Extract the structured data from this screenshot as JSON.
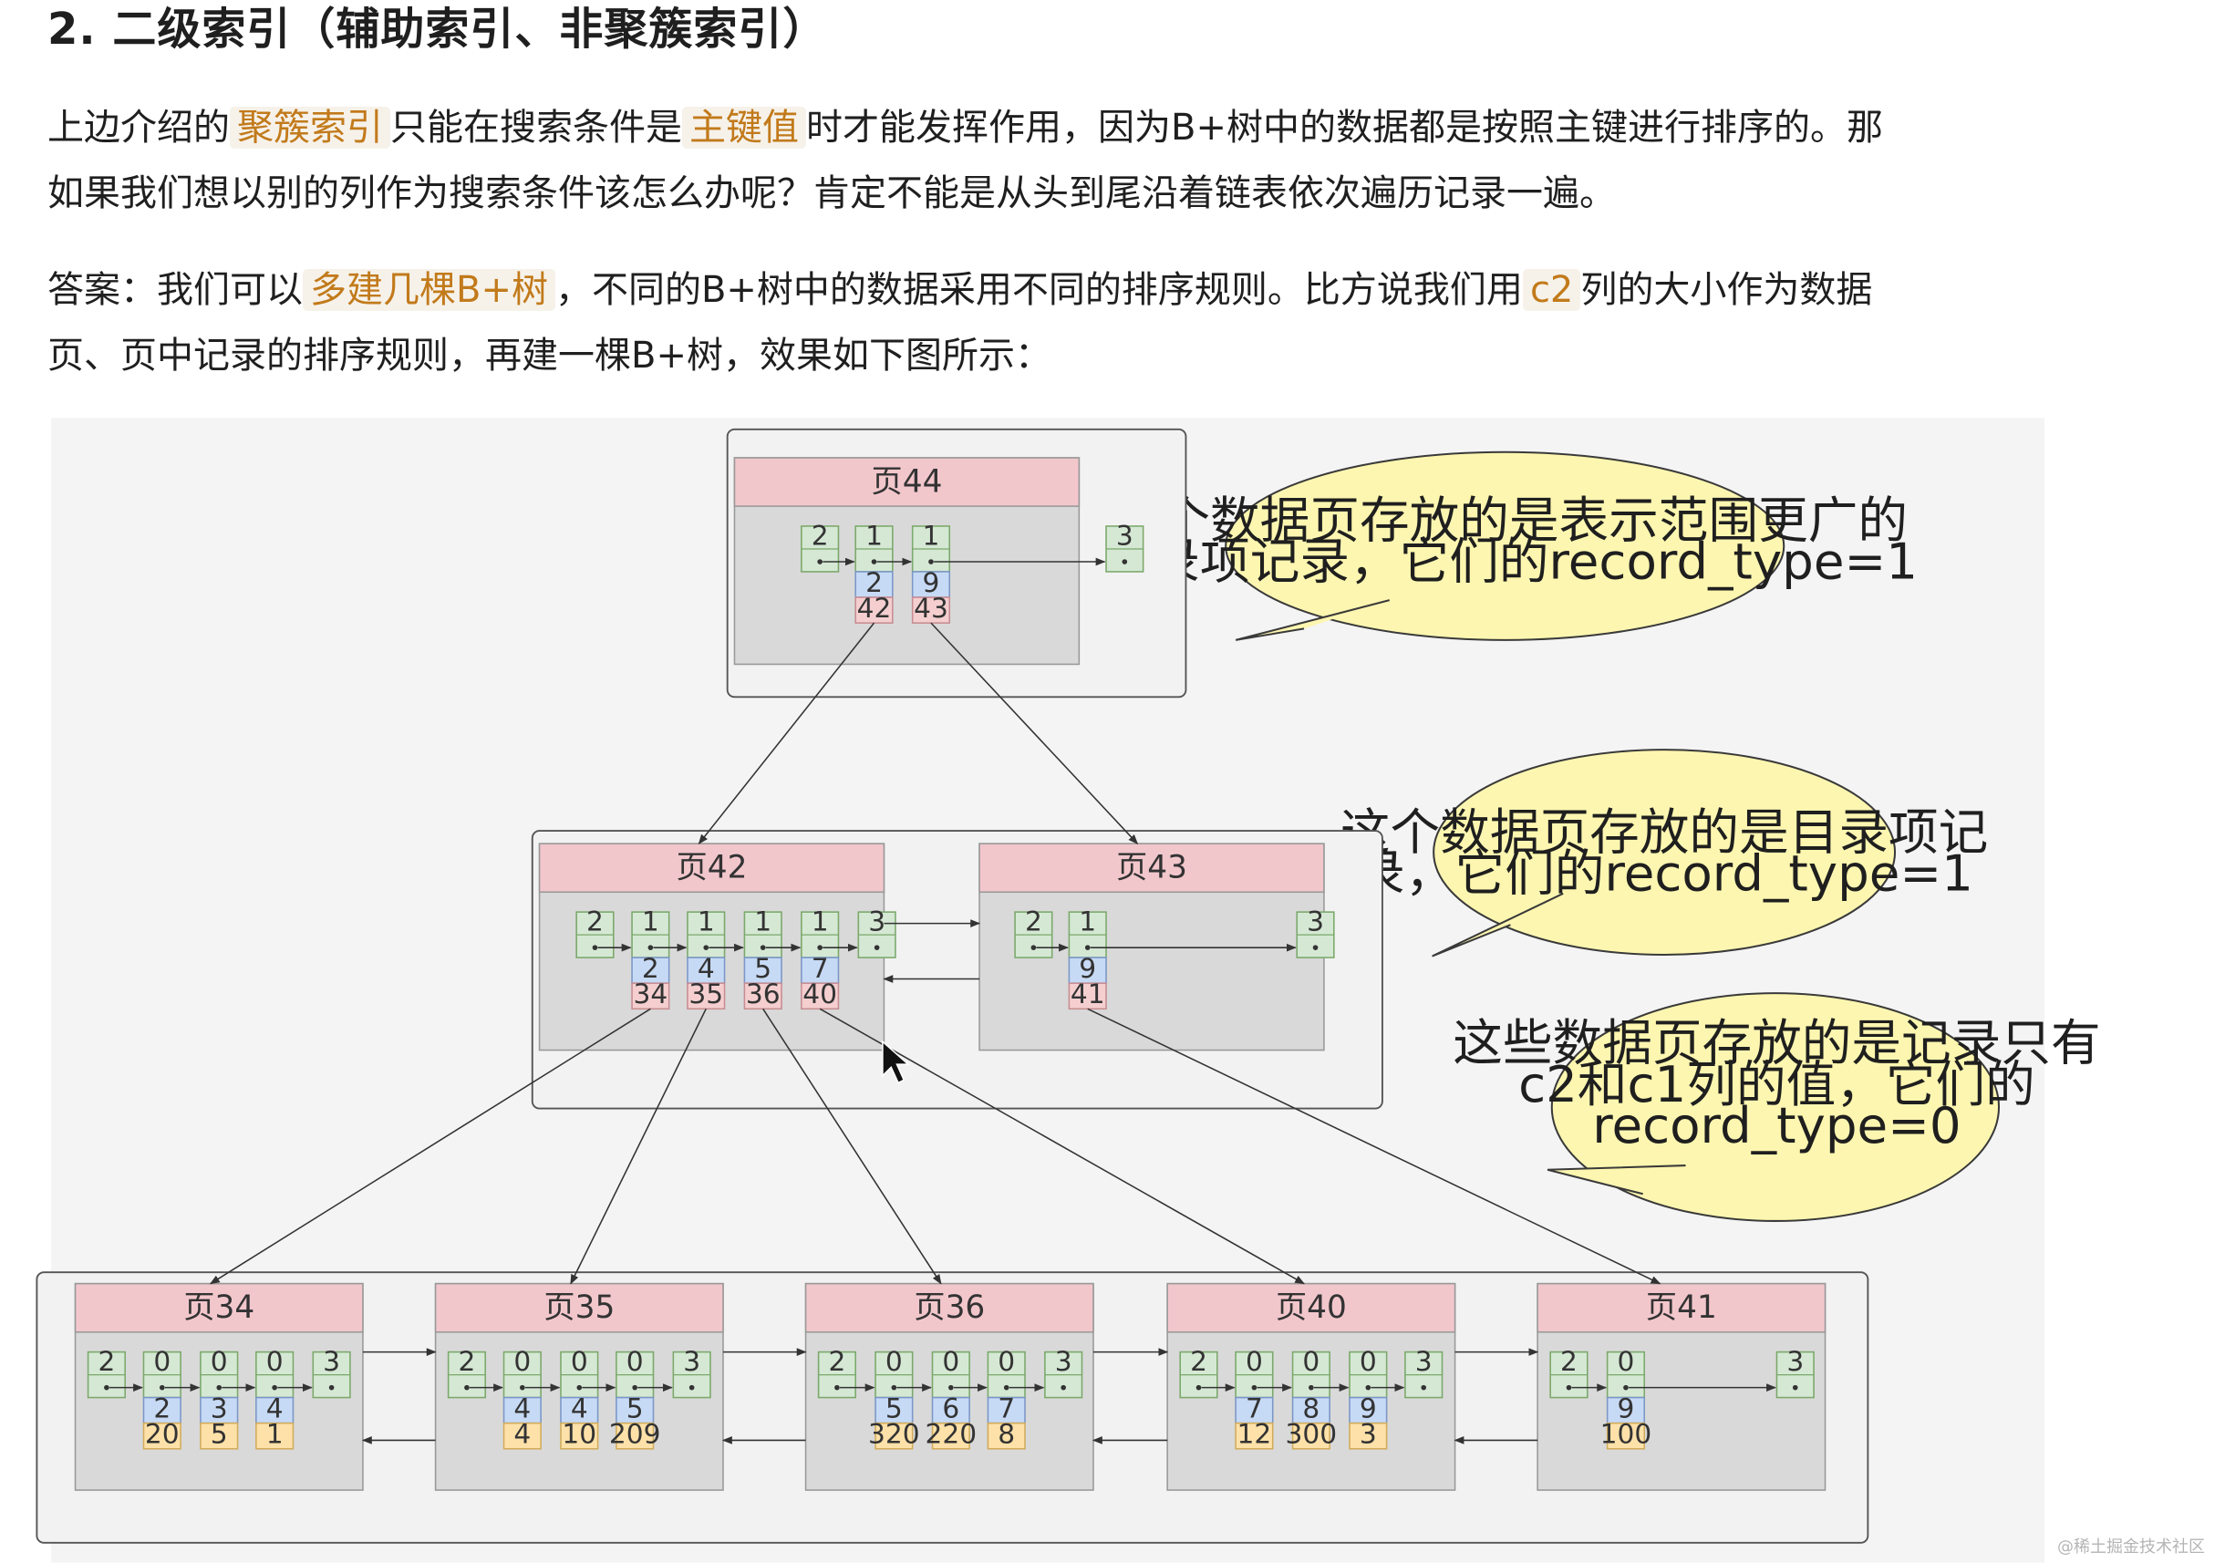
{
  "heading": "2. 二级索引（辅助索引、非聚簇索引）",
  "paragraph1": {
    "line1_pre": "上边介绍的",
    "hl1": "聚簇索引",
    "line1_mid": "只能在搜索条件是",
    "hl2": "主键值",
    "line1_post": "时才能发挥作用，因为B+树中的数据都是按照主键进行排序的。那",
    "line2": "如果我们想以别的列作为搜索条件该怎么办呢？肯定不能是从头到尾沿着链表依次遍历记录一遍。"
  },
  "paragraph2": {
    "line1_pre": "答案：我们可以",
    "hl1": "多建几棵B+树",
    "line1_mid": "，不同的B+树中的数据采用不同的排序规则。比方说我们用",
    "hl2": "c2",
    "line1_post": "列的大小作为数据",
    "line2": "页、页中记录的排序规则，再建一棵B+树，效果如下图所示："
  },
  "colors": {
    "highlight_text": "#c27a1b",
    "highlight_bg": "#f6f2ea",
    "page_header": "#f2c7cc",
    "page_body": "#d9d9d9",
    "cell_green": "#d5e8d4",
    "cell_blue": "#c7daf5",
    "cell_red": "#f5cfd0",
    "cell_orange": "#fde1a9",
    "bubble": "#fdf6b0"
  },
  "diagram": {
    "root_page": {
      "title": "页44",
      "records": [
        {
          "type": "2"
        },
        {
          "type": "1",
          "c2": "2",
          "page": "42"
        },
        {
          "type": "1",
          "c2": "9",
          "page": "43"
        },
        {
          "type": "3"
        }
      ]
    },
    "level1_pages": [
      {
        "title": "页42",
        "records": [
          {
            "type": "2"
          },
          {
            "type": "1",
            "c2": "2",
            "page": "34"
          },
          {
            "type": "1",
            "c2": "4",
            "page": "35"
          },
          {
            "type": "1",
            "c2": "5",
            "page": "36"
          },
          {
            "type": "1",
            "c2": "7",
            "page": "40"
          },
          {
            "type": "3"
          }
        ]
      },
      {
        "title": "页43",
        "records": [
          {
            "type": "2"
          },
          {
            "type": "1",
            "c2": "9",
            "page": "41"
          },
          {
            "type": "3"
          }
        ]
      }
    ],
    "leaf_pages": [
      {
        "title": "页34",
        "records": [
          {
            "type": "2"
          },
          {
            "type": "0",
            "c2": "2",
            "c1": "20"
          },
          {
            "type": "0",
            "c2": "3",
            "c1": "5"
          },
          {
            "type": "0",
            "c2": "4",
            "c1": "1"
          },
          {
            "type": "3"
          }
        ]
      },
      {
        "title": "页35",
        "records": [
          {
            "type": "2"
          },
          {
            "type": "0",
            "c2": "4",
            "c1": "4"
          },
          {
            "type": "0",
            "c2": "4",
            "c1": "10"
          },
          {
            "type": "0",
            "c2": "5",
            "c1": "209"
          },
          {
            "type": "3"
          }
        ]
      },
      {
        "title": "页36",
        "records": [
          {
            "type": "2"
          },
          {
            "type": "0",
            "c2": "5",
            "c1": "320"
          },
          {
            "type": "0",
            "c2": "6",
            "c1": "220"
          },
          {
            "type": "0",
            "c2": "7",
            "c1": "8"
          },
          {
            "type": "3"
          }
        ]
      },
      {
        "title": "页40",
        "records": [
          {
            "type": "2"
          },
          {
            "type": "0",
            "c2": "7",
            "c1": "12"
          },
          {
            "type": "0",
            "c2": "8",
            "c1": "300"
          },
          {
            "type": "0",
            "c2": "9",
            "c1": "3"
          },
          {
            "type": "3"
          }
        ]
      },
      {
        "title": "页41",
        "records": [
          {
            "type": "2"
          },
          {
            "type": "0",
            "c2": "9",
            "c1": "100"
          },
          {
            "type": "3"
          }
        ]
      }
    ],
    "bubbles": [
      {
        "lines": [
          "这个数据页存放的是表示范围更广的",
          "目录项记录，它们的record_type=1"
        ]
      },
      {
        "lines": [
          "这个数据页存放的是目录项记",
          "录，它们的record_type=1"
        ]
      },
      {
        "lines": [
          "这些数据页存放的是记录只有",
          "c2和c1列的值，它们的",
          "record_type=0"
        ]
      }
    ]
  },
  "watermark": "@稀土掘金技术社区"
}
